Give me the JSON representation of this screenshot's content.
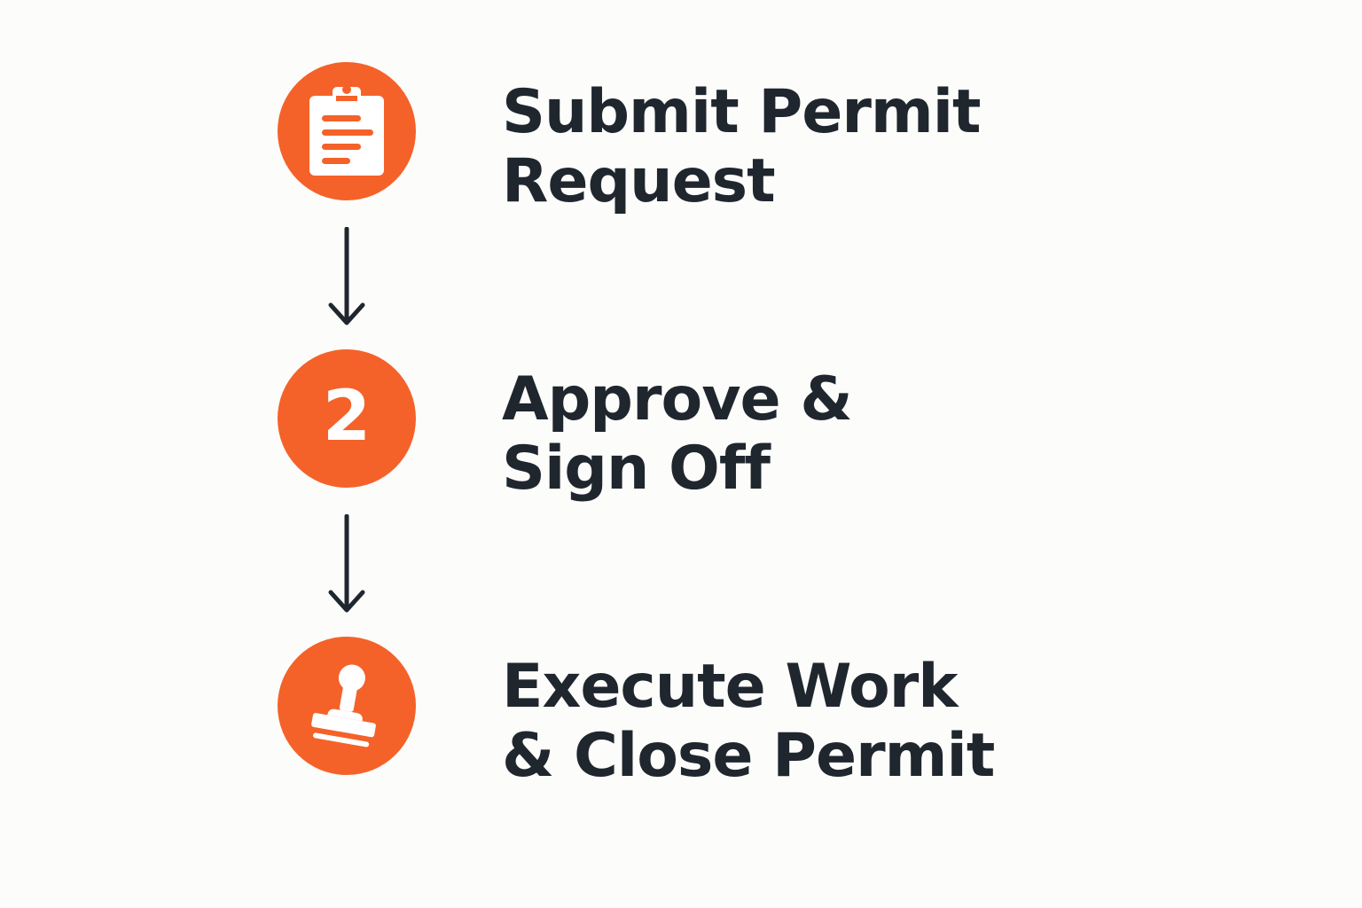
{
  "accent_color": "#f46229",
  "text_color": "#1f262e",
  "steps": [
    {
      "icon": "clipboard-icon",
      "label_lines": [
        "Submit Permit",
        "Request"
      ]
    },
    {
      "number": "2",
      "label_lines": [
        "Approve &",
        "Sign Off"
      ]
    },
    {
      "icon": "stamp-icon",
      "label_lines": [
        "Execute Work",
        "& Close Permit"
      ]
    }
  ]
}
